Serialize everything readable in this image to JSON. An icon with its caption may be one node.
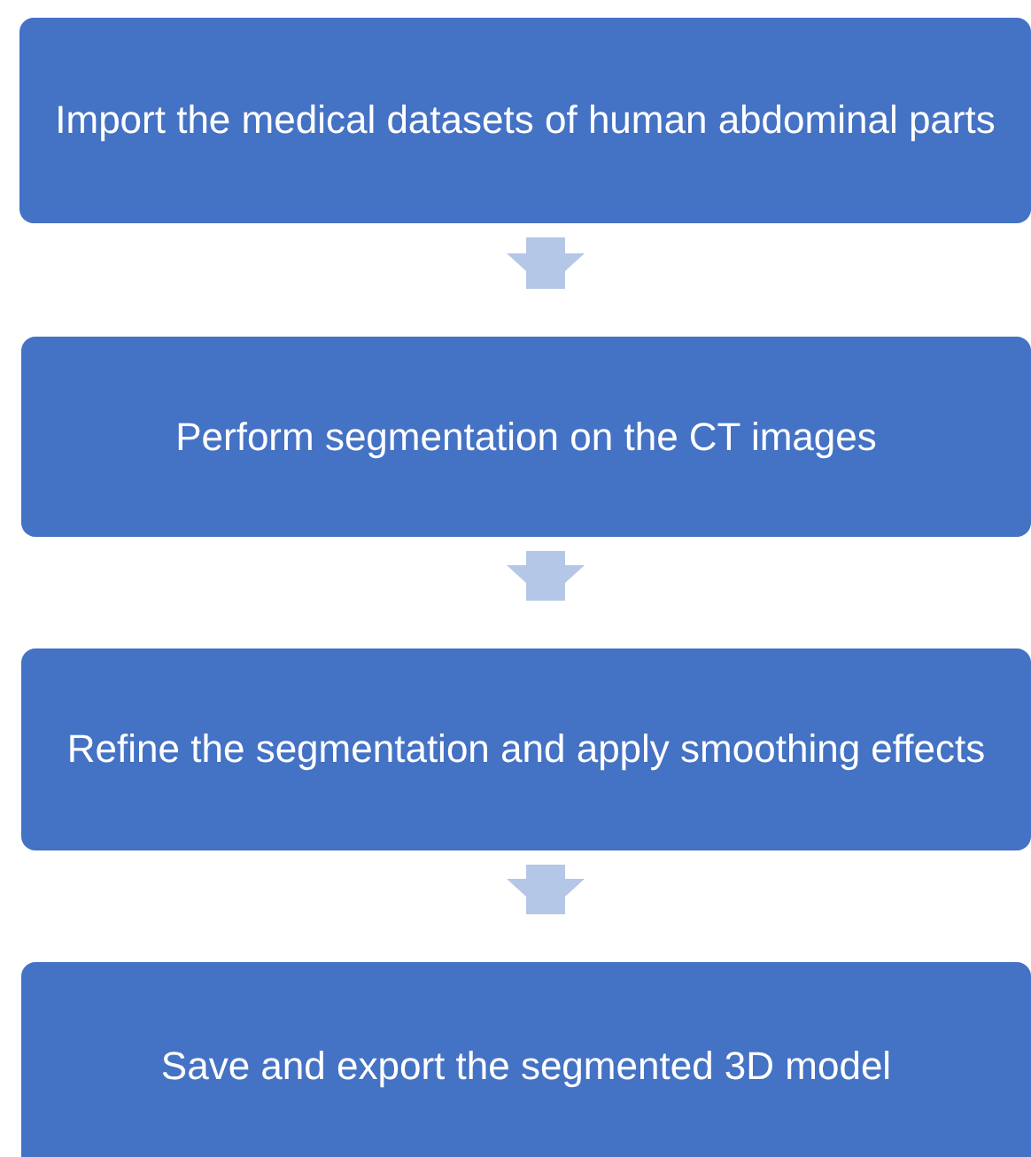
{
  "diagram": {
    "nodes": [
      {
        "text": [
          "Import the medical datasets of human abdominal parts"
        ]
      },
      {
        "text": [
          "Perform segmentation on the CT images"
        ]
      },
      {
        "text": [
          "Refine the segmentation and apply smoothing effects"
        ]
      },
      {
        "text": [
          "Save and export the segmented 3D model"
        ]
      }
    ],
    "edges": [
      {
        "from": 0,
        "to": 1,
        "arrow": "to"
      },
      {
        "from": 1,
        "to": 2,
        "arrow": "to"
      },
      {
        "from": 2,
        "to": 3,
        "arrow": "to"
      }
    ]
  }
}
